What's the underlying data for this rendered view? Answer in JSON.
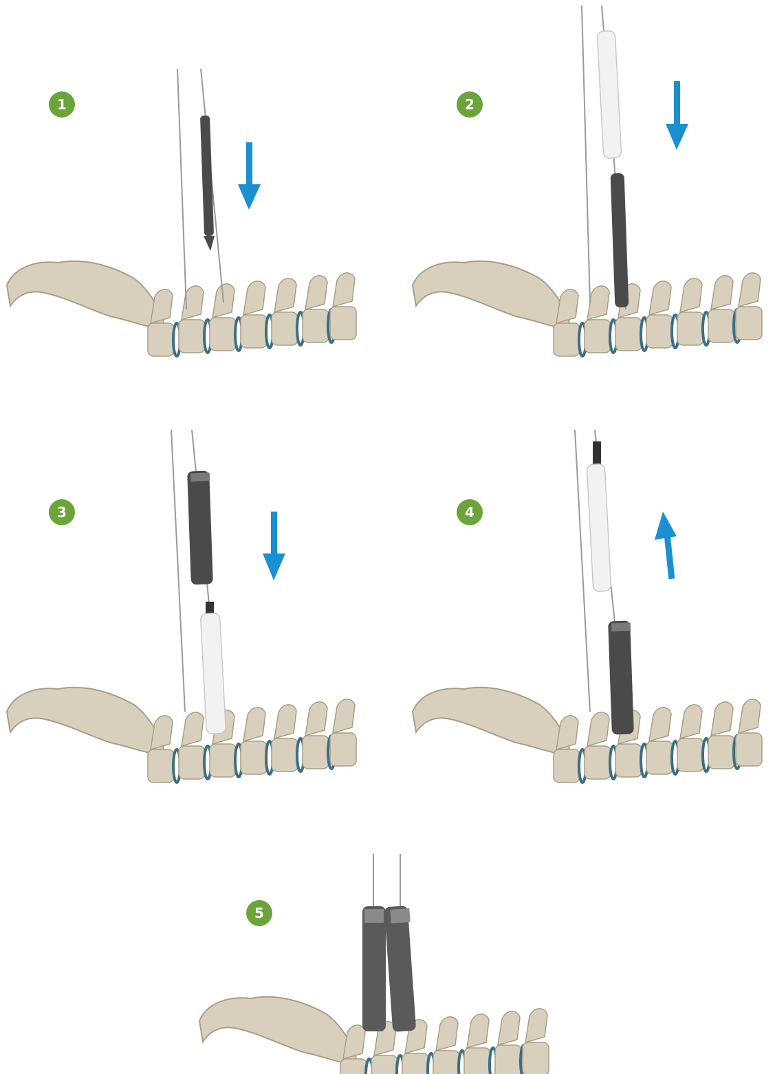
{
  "colors": {
    "badge": "#6ba439",
    "arrow": "#1a8fd1",
    "bone": "#d8d0bc",
    "bone_shadow": "#a89e86",
    "disc": "#3a6f86",
    "wire": "#9a9a9a",
    "dark_dilator": "#4a4a4a",
    "white_dilator": "#f2f2f2"
  },
  "steps": [
    {
      "number": "1",
      "arrow": "down",
      "icon": "spine-with-dark-dilator-over-guidewire"
    },
    {
      "number": "2",
      "arrow": "down",
      "icon": "spine-with-white-and-dark-dilators"
    },
    {
      "number": "3",
      "arrow": "down",
      "icon": "spine-with-dark-tube-over-white-dilator"
    },
    {
      "number": "4",
      "arrow": "up",
      "icon": "spine-with-white-dilator-withdrawn"
    },
    {
      "number": "5",
      "arrow": "none",
      "icon": "spine-with-two-tubes-in-place"
    }
  ]
}
